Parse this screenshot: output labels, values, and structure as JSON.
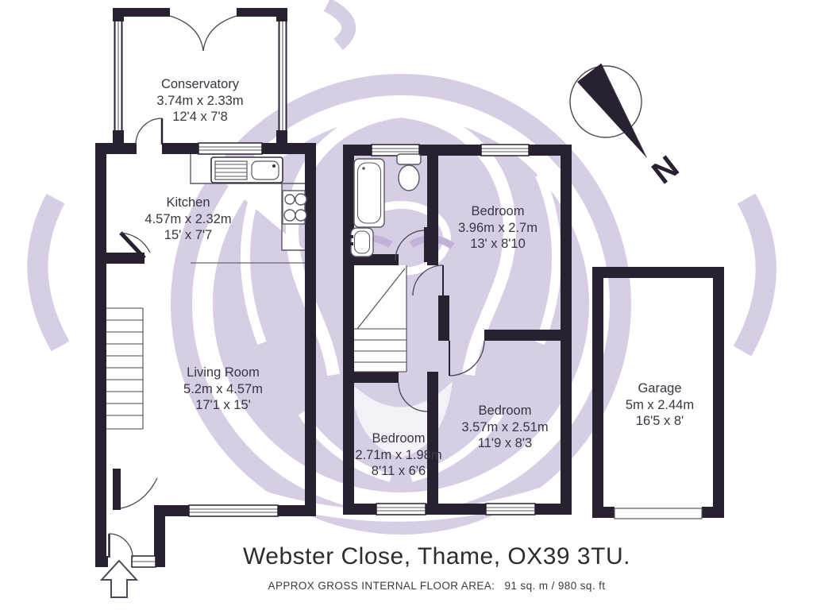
{
  "property": {
    "title": "Webster Close, Thame, OX39 3TU.",
    "floor_area_label": "APPROX GROSS INTERNAL FLOOR AREA:",
    "floor_area_value": "91 sq. m  / 980 sq. ft"
  },
  "compass": {
    "label": "N"
  },
  "rooms": [
    {
      "id": "conservatory",
      "name": "Conservatory",
      "metric": "3.74m x 2.33m",
      "imperial": "12'4 x 7'8"
    },
    {
      "id": "kitchen",
      "name": "Kitchen",
      "metric": "4.57m x 2.32m",
      "imperial": "15' x 7'7"
    },
    {
      "id": "living-room",
      "name": "Living Room",
      "metric": "5.2m x 4.57m",
      "imperial": "17'1 x 15'"
    },
    {
      "id": "bedroom-1",
      "name": "Bedroom",
      "metric": "3.96m x 2.7m",
      "imperial": "13' x 8'10"
    },
    {
      "id": "bedroom-2",
      "name": "Bedroom",
      "metric": "3.57m x 2.51m",
      "imperial": "11'9 x 8'3"
    },
    {
      "id": "bedroom-3",
      "name": "Bedroom",
      "metric": "2.71m x 1.98m",
      "imperial": "8'11 x 6'6"
    },
    {
      "id": "garage",
      "name": "Garage",
      "metric": "5m x 2.44m",
      "imperial": "16'5 x 8'"
    }
  ],
  "colors": {
    "watermark": "#d7cde4",
    "wall": "#29212f",
    "line": "#5c5763"
  }
}
